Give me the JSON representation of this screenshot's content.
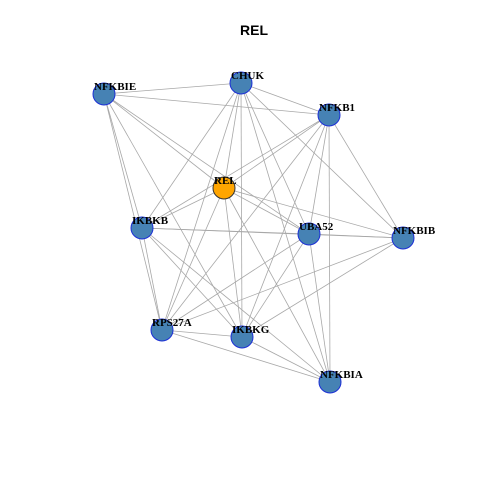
{
  "title": "REL",
  "colors": {
    "node_fill": "#4682b4",
    "node_stroke": "#1c2fd6",
    "center_fill": "#ffa500",
    "center_stroke": "#333333",
    "edge": "#a8a8a8"
  },
  "nodes": [
    {
      "id": "REL",
      "label": "REL",
      "center": true
    },
    {
      "id": "CHUK",
      "label": "CHUK"
    },
    {
      "id": "NFKBIE",
      "label": "NFKBIE"
    },
    {
      "id": "NFKB1",
      "label": "NFKB1"
    },
    {
      "id": "IKBKB",
      "label": "IKBKB"
    },
    {
      "id": "UBA52",
      "label": "UBA52"
    },
    {
      "id": "NFKBIB",
      "label": "NFKBIB"
    },
    {
      "id": "RPS27A",
      "label": "RPS27A"
    },
    {
      "id": "IKBKG",
      "label": "IKBKG"
    },
    {
      "id": "NFKBIA",
      "label": "NFKBIA"
    }
  ],
  "edges": [
    [
      "NFKBIE",
      "CHUK"
    ],
    [
      "NFKBIE",
      "NFKB1"
    ],
    [
      "NFKBIE",
      "REL"
    ],
    [
      "NFKBIE",
      "UBA52"
    ],
    [
      "NFKBIE",
      "RPS27A"
    ],
    [
      "NFKBIE",
      "IKBKG"
    ],
    [
      "NFKBIE",
      "IKBKB"
    ],
    [
      "CHUK",
      "NFKB1"
    ],
    [
      "CHUK",
      "REL"
    ],
    [
      "CHUK",
      "IKBKB"
    ],
    [
      "CHUK",
      "UBA52"
    ],
    [
      "CHUK",
      "RPS27A"
    ],
    [
      "CHUK",
      "IKBKG"
    ],
    [
      "CHUK",
      "NFKBIA"
    ],
    [
      "CHUK",
      "NFKBIB"
    ],
    [
      "NFKB1",
      "REL"
    ],
    [
      "NFKB1",
      "IKBKB"
    ],
    [
      "NFKB1",
      "UBA52"
    ],
    [
      "NFKB1",
      "NFKBIB"
    ],
    [
      "NFKB1",
      "RPS27A"
    ],
    [
      "NFKB1",
      "IKBKG"
    ],
    [
      "NFKB1",
      "NFKBIA"
    ],
    [
      "REL",
      "UBA52"
    ],
    [
      "REL",
      "NFKBIB"
    ],
    [
      "REL",
      "IKBKB"
    ],
    [
      "REL",
      "RPS27A"
    ],
    [
      "REL",
      "IKBKG"
    ],
    [
      "REL",
      "NFKBIA"
    ],
    [
      "IKBKB",
      "UBA52"
    ],
    [
      "IKBKB",
      "NFKBIB"
    ],
    [
      "IKBKB",
      "RPS27A"
    ],
    [
      "IKBKB",
      "IKBKG"
    ],
    [
      "IKBKB",
      "NFKBIA"
    ],
    [
      "UBA52",
      "NFKBIB"
    ],
    [
      "UBA52",
      "RPS27A"
    ],
    [
      "UBA52",
      "IKBKG"
    ],
    [
      "UBA52",
      "NFKBIA"
    ],
    [
      "NFKBIB",
      "RPS27A"
    ],
    [
      "NFKBIB",
      "IKBKG"
    ],
    [
      "RPS27A",
      "IKBKG"
    ],
    [
      "RPS27A",
      "NFKBIA"
    ],
    [
      "IKBKG",
      "NFKBIA"
    ]
  ]
}
